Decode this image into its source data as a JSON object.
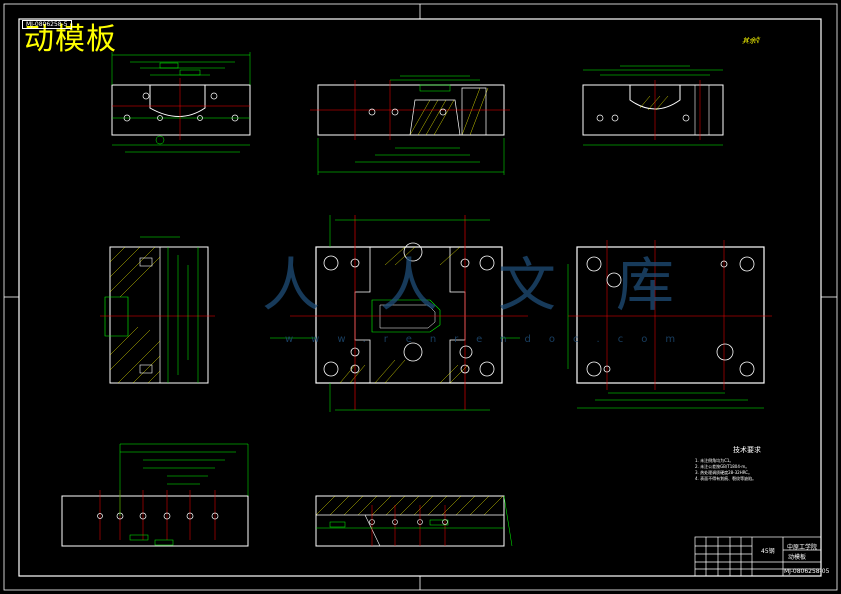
{
  "drawing": {
    "title": "动模板",
    "drawing_number_top": "MJ-0806258-5",
    "roughness_note": "其余∜",
    "watermark_text": "人人文库",
    "watermark_url": "www.renrendoc.com",
    "technical_requirements_title": "技术要求",
    "technical_notes": [
      "1. 未注倒角均为C1。",
      "2. 未注公差按GB/T1804-m。",
      "3. 热处理调质硬度28-32HRC。",
      "4. 表面不得有划痕、裂纹等缺陷。"
    ],
    "title_block": {
      "school": "中原工学院",
      "part_name": "动模板",
      "material": "45钢",
      "code": "MJ-0806258-05"
    }
  },
  "colors": {
    "background": "#000000",
    "outline": "#ffffff",
    "dimension": "#00ff00",
    "centerline": "#ff0000",
    "hatch": "#ffff00",
    "title": "#ffff00",
    "watermark": "#1f4e79"
  }
}
